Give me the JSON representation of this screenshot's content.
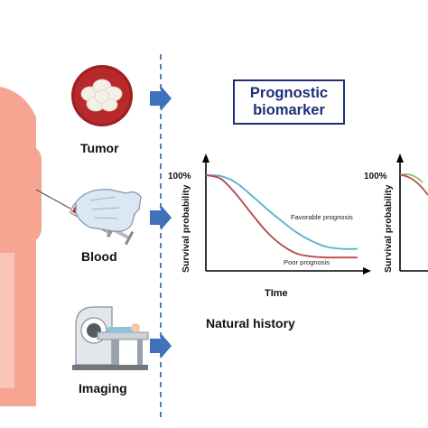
{
  "sources": {
    "tumor": "Tumor",
    "blood": "Blood",
    "imaging": "Imaging"
  },
  "biomarker_box": {
    "line1": "Prognostic",
    "line2": "biomarker"
  },
  "natural_history_label": "Natural history",
  "colors": {
    "body": "#f7a593",
    "arrow": "#3f72bb",
    "dashed_line": "#2e5fa6",
    "favorable_curve": "#5ab4cf",
    "poor_curve": "#b84a50",
    "box_border": "#1e2f78"
  },
  "chart_data": [
    {
      "type": "line",
      "title": "",
      "xlabel": "TIme",
      "ylabel": "Survival probability",
      "y_tick_label": "100%",
      "xlim": [
        0,
        100
      ],
      "ylim": [
        0,
        100
      ],
      "series": [
        {
          "name": "Favorable prognosis",
          "x": [
            0,
            10,
            20,
            30,
            40,
            50,
            60,
            70,
            80,
            90,
            100
          ],
          "y": [
            100,
            99,
            92,
            79,
            65,
            52,
            40,
            31,
            25,
            23,
            23
          ]
        },
        {
          "name": "Poor prognosis",
          "x": [
            0,
            10,
            20,
            30,
            40,
            50,
            60,
            70,
            80,
            90,
            100
          ],
          "y": [
            100,
            96,
            80,
            60,
            41,
            27,
            18,
            15,
            14,
            14,
            14
          ]
        }
      ]
    },
    {
      "type": "line",
      "title": "",
      "xlabel": "",
      "ylabel": "Survival probability",
      "y_tick_label": "100%",
      "series": []
    }
  ]
}
